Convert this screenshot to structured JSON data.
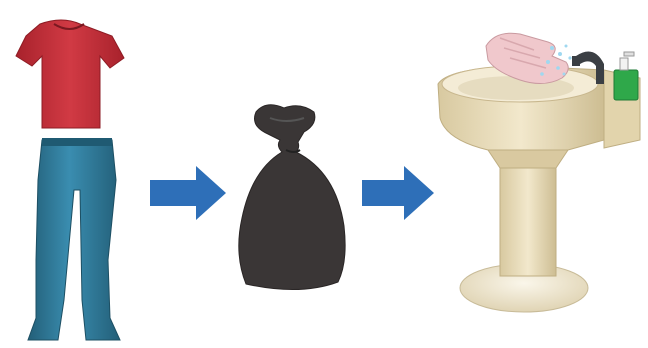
{
  "steps": [
    {
      "id": "clothing",
      "icon": "shirt-and-trousers-icon"
    },
    {
      "id": "bag",
      "icon": "bag-icon"
    },
    {
      "id": "handwash",
      "icon": "sink-handwash-icon"
    }
  ],
  "arrows": [
    {
      "from": "clothing",
      "to": "bag",
      "icon": "arrow-right-icon"
    },
    {
      "from": "bag",
      "to": "handwash",
      "icon": "arrow-right-icon"
    }
  ],
  "colors": {
    "shirt": "#c8303a",
    "trousers": "#2f7d9a",
    "bag": "#3a3636",
    "arrow": "#2e6fb8",
    "sink": "#e8dcb8",
    "soap": "#2fa84a",
    "hands": "#f0c8cc"
  }
}
